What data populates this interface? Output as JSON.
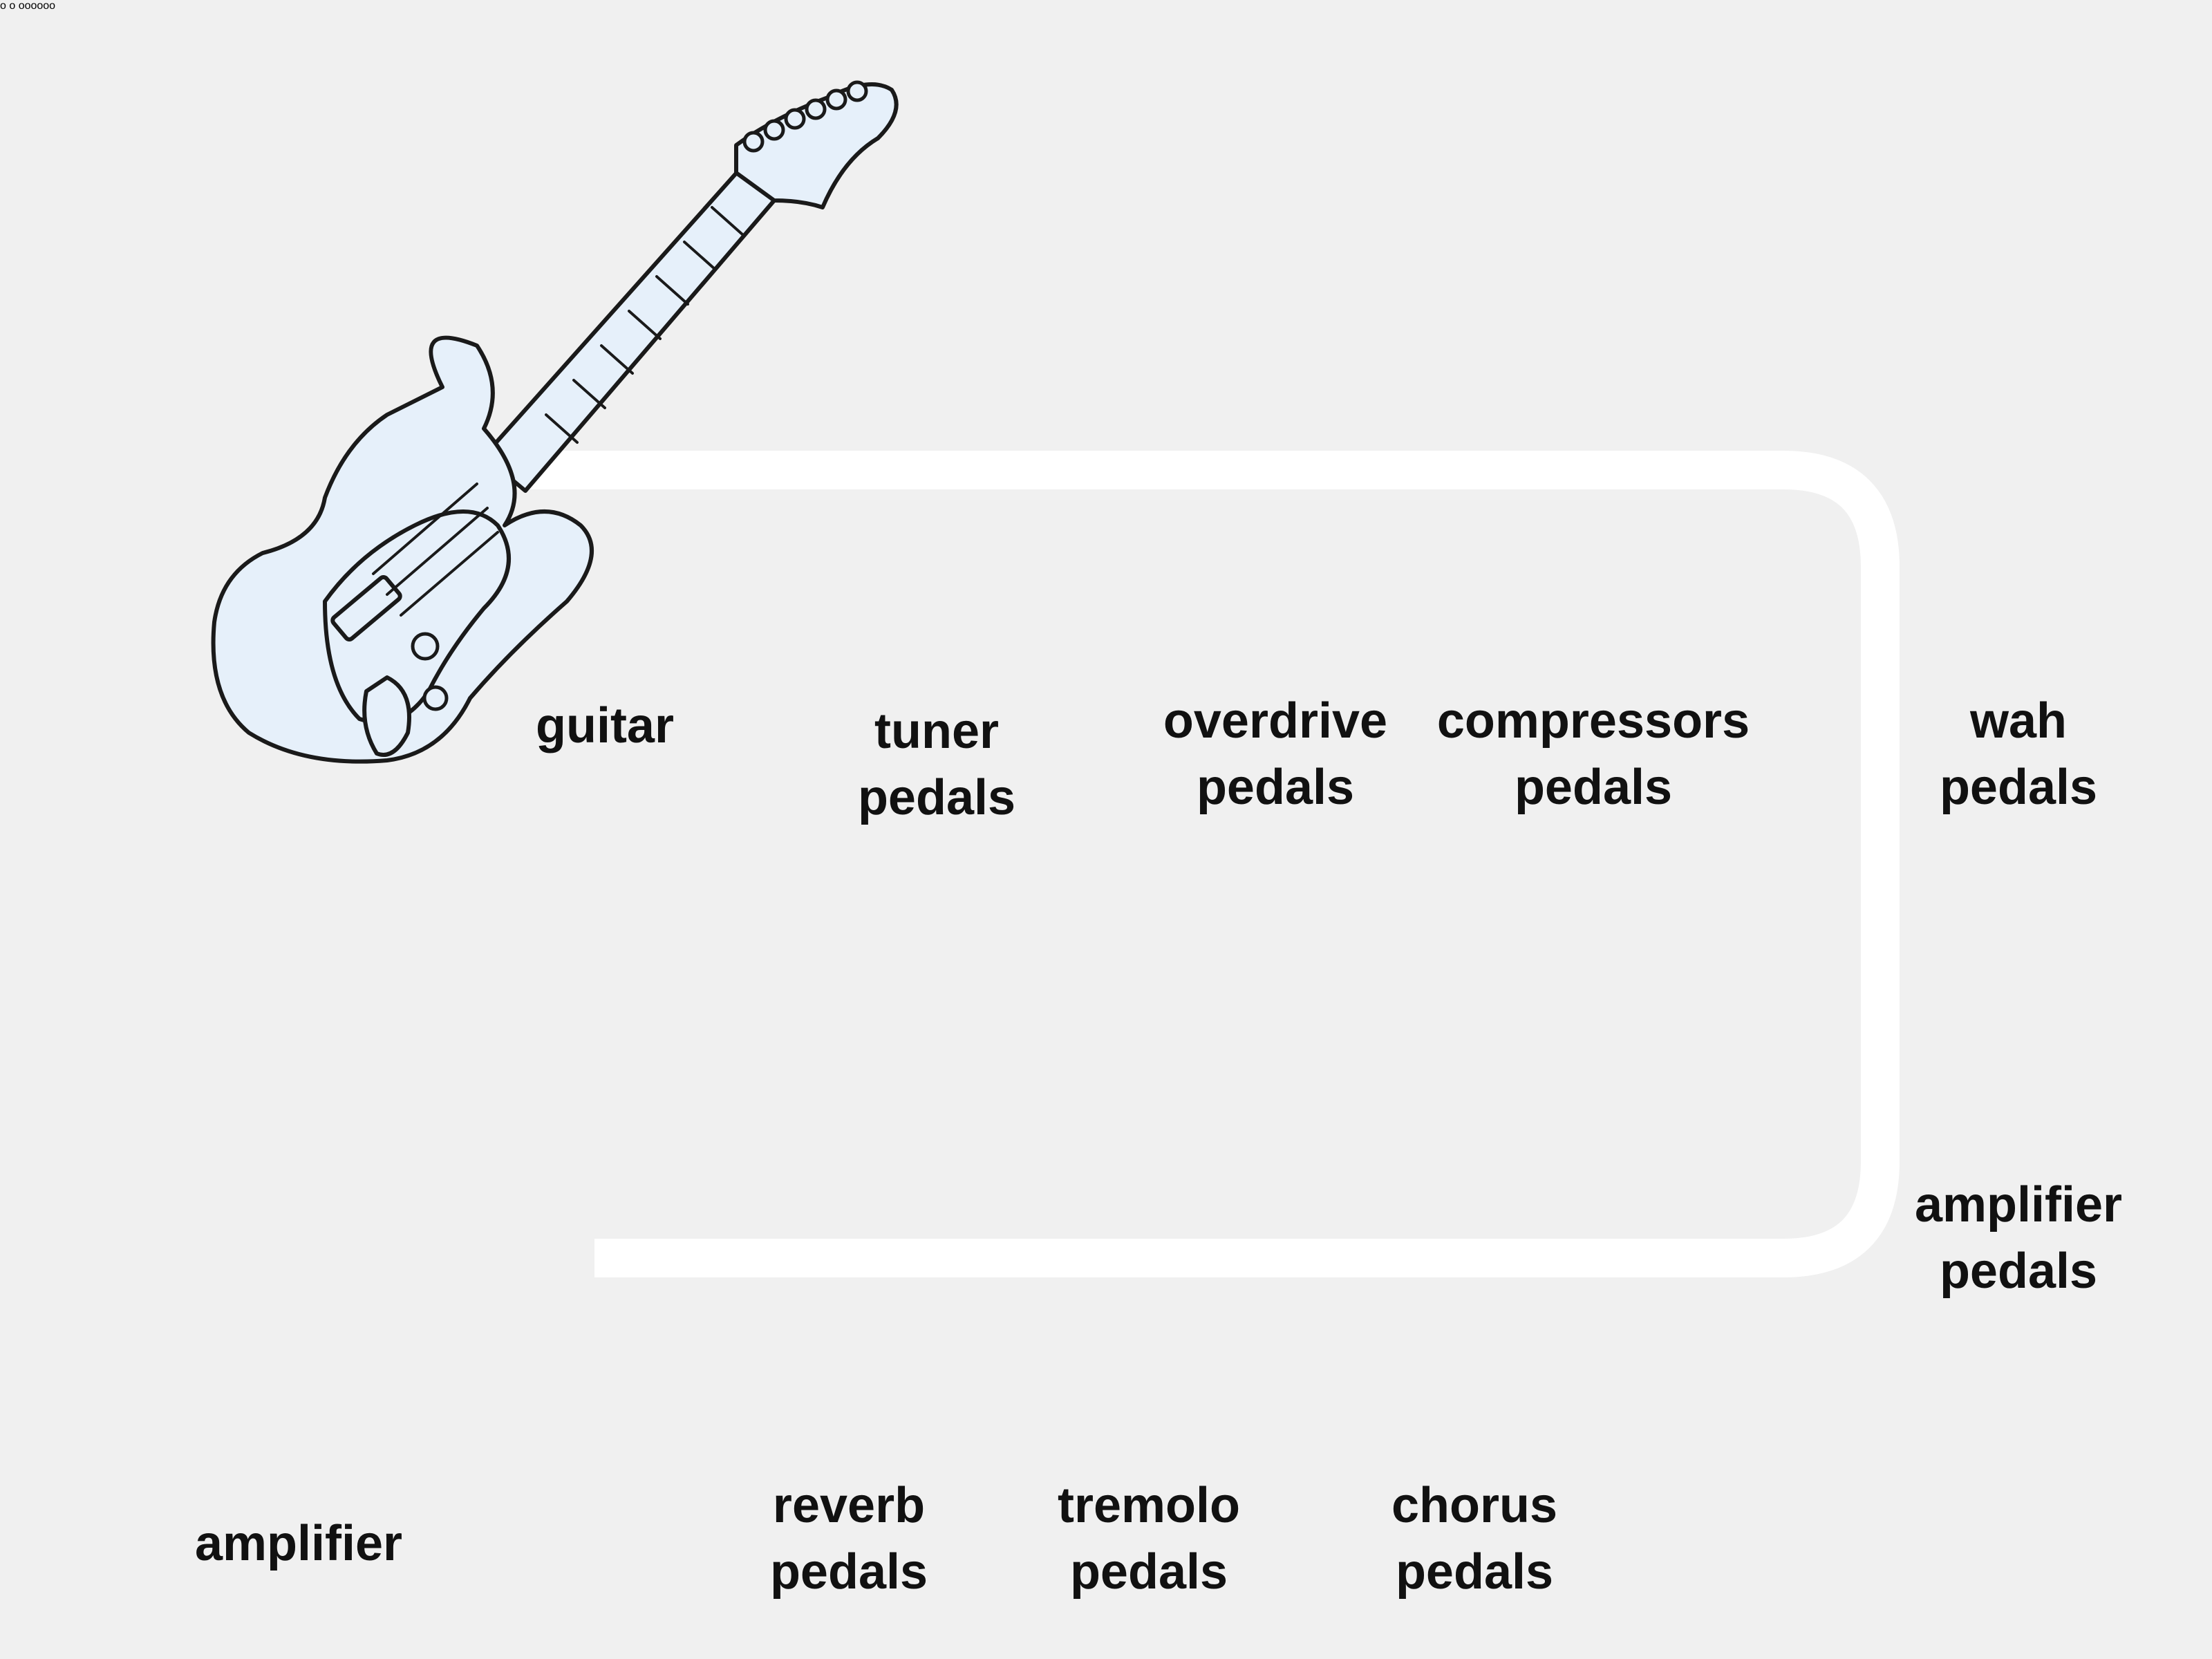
{
  "labels": {
    "guitar": "guitar",
    "tuner": [
      "tuner",
      "pedals"
    ],
    "overdrive": [
      "overdrive",
      "pedals"
    ],
    "compressors": [
      "compressors",
      "pedals"
    ],
    "wah": [
      "wah",
      "pedals"
    ],
    "amp_pedals": [
      "amplifier",
      "pedals"
    ],
    "amplifier": "amplifier",
    "reverb": [
      "reverb",
      "pedals"
    ],
    "tremolo": [
      "tremolo",
      "pedals"
    ],
    "chorus": [
      "chorus",
      "pedals"
    ]
  },
  "amplifier_panel_text": "o o oooooo",
  "colors": {
    "background": "#f0f0f0",
    "fill": "#e6f0fa",
    "stroke": "#1a1a1a",
    "cable": "#ffffff"
  }
}
